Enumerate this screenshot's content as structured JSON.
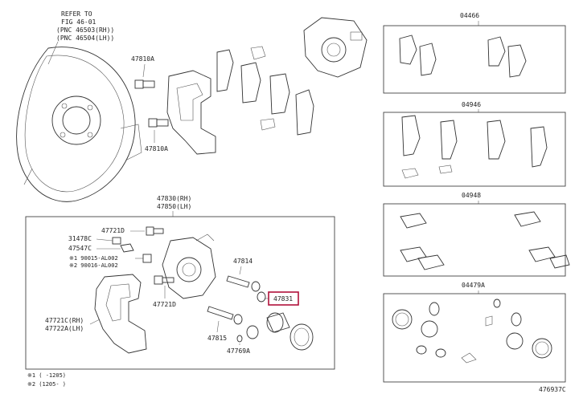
{
  "note": {
    "refer": "REFER TO",
    "fig": "FIG 46-01",
    "pnc_rh": "(PNC 46503(RH))",
    "pnc_lh": "(PNC 46504(LH))"
  },
  "labels": {
    "p47810a_top": "47810A",
    "p47810a_bottom": "47810A",
    "p47830": "47830(RH)",
    "p47850": "47850(LH)",
    "p47721d_top": "47721D",
    "p31478c": "31478C",
    "p47547c": "47547C",
    "p90015": "※1 90015-AL002",
    "p90016": "※2 90016-AL002",
    "p47721c": "47721C(RH)",
    "p47722a": "47722A(LH)",
    "p47721d_bottom": "47721D",
    "p47814": "47814",
    "p47831": "47831",
    "p47815": "47815",
    "p47769a": "47769A",
    "p04466": "04466",
    "p04946": "04946",
    "p04948": "04948",
    "p04479a": "04479A"
  },
  "footnotes": {
    "f1": "※1 (      -1205)",
    "f2": "※2 (1205-      )"
  },
  "diagram_id": "476937C",
  "colors": {
    "line": "#333333",
    "highlight": "#b0103a",
    "background": "#ffffff"
  }
}
